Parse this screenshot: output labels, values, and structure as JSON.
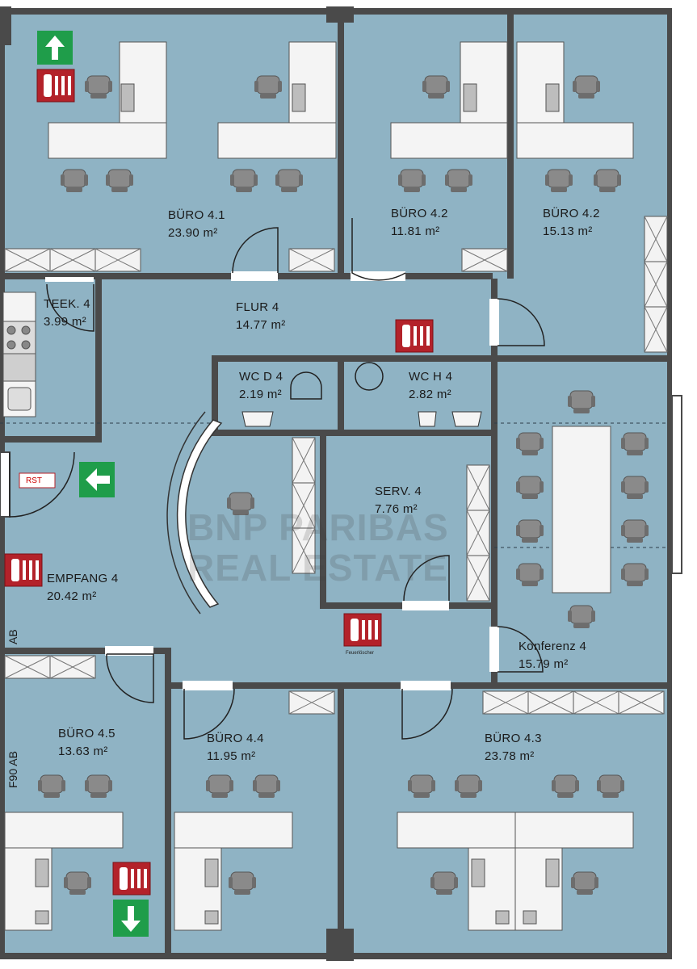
{
  "rooms": [
    {
      "id": "buero-4-1",
      "name": "BÜRO  4.1",
      "area": "23.90 m²"
    },
    {
      "id": "buero-4-2a",
      "name": "BÜRO  4.2",
      "area": "11.81 m²"
    },
    {
      "id": "buero-4-2b",
      "name": "BÜRO  4.2",
      "area": "15.13 m²"
    },
    {
      "id": "teek-4",
      "name": "TEEK. 4",
      "area": "3.99 m²"
    },
    {
      "id": "flur-4",
      "name": "FLUR 4",
      "area": "14.77 m²"
    },
    {
      "id": "wc-d-4",
      "name": "WC D 4",
      "area": "2.19 m²"
    },
    {
      "id": "wc-h-4",
      "name": "WC H 4",
      "area": "2.82 m²"
    },
    {
      "id": "serv-4",
      "name": "SERV. 4",
      "area": "7.76 m²"
    },
    {
      "id": "empfang-4",
      "name": "EMPFANG 4",
      "area": "20.42 m²"
    },
    {
      "id": "konferenz-4",
      "name": "Konferenz 4",
      "area": "15.79 m²"
    },
    {
      "id": "buero-4-5",
      "name": "BÜRO  4.5",
      "area": "13.63 m²"
    },
    {
      "id": "buero-4-4",
      "name": "BÜRO  4.4",
      "area": "11.95 m²"
    },
    {
      "id": "buero-4-3",
      "name": "BÜRO  4.3",
      "area": "23.78 m²"
    }
  ],
  "labels": {
    "rst": "RST",
    "ab": "AB",
    "f90ab": "F90 AB",
    "feuerlöscher": "Feuerlöscher"
  },
  "watermark": {
    "line1": "BNP PARIBAS",
    "line2": "REAL ESTATE"
  },
  "colors": {
    "floor": "#8fb3c4",
    "wall": "#4a4a4a",
    "furniture": "#f4f4f4",
    "chair": "#7f7f7f",
    "exit": "#1f9d4a",
    "fire": "#b3222a"
  }
}
